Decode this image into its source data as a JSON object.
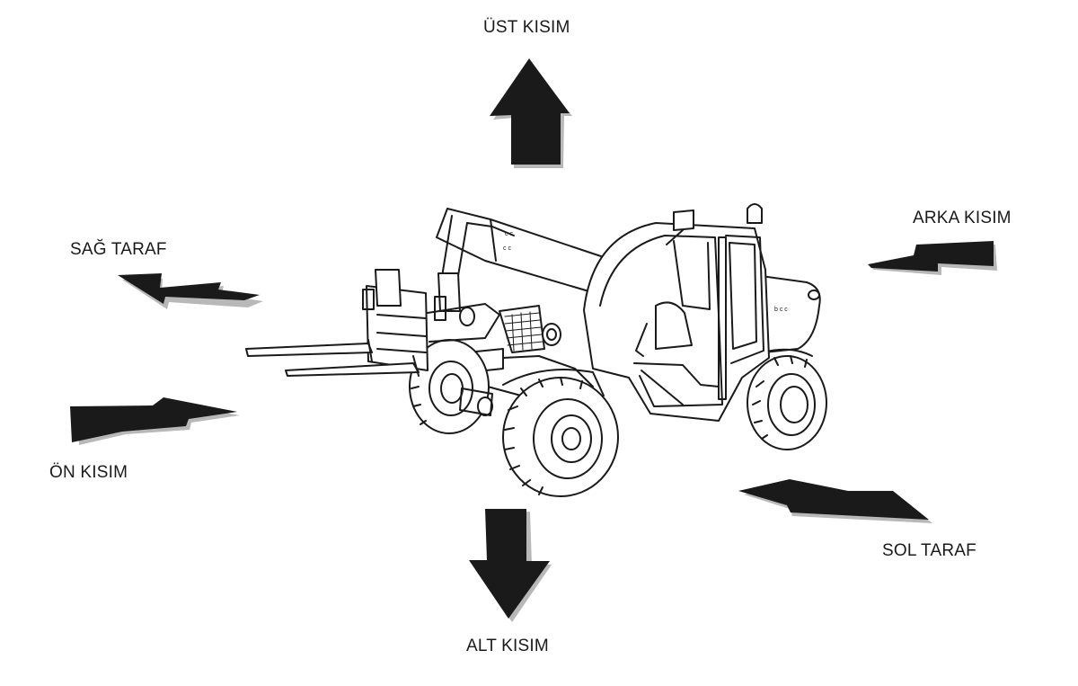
{
  "labels": {
    "top": "ÜST KISIM",
    "rear": "ARKA KISIM",
    "right_side": "SAĞ TARAF",
    "front": "ÖN KISIM",
    "left_side": "SOL TARAF",
    "bottom": "ALT KISIM"
  },
  "illustration": {
    "subject": "telehandler-icon",
    "line_color": "#1a1a1a",
    "arrow_color": "#1a1a1a",
    "shadow_color": "#b8b8b8"
  }
}
